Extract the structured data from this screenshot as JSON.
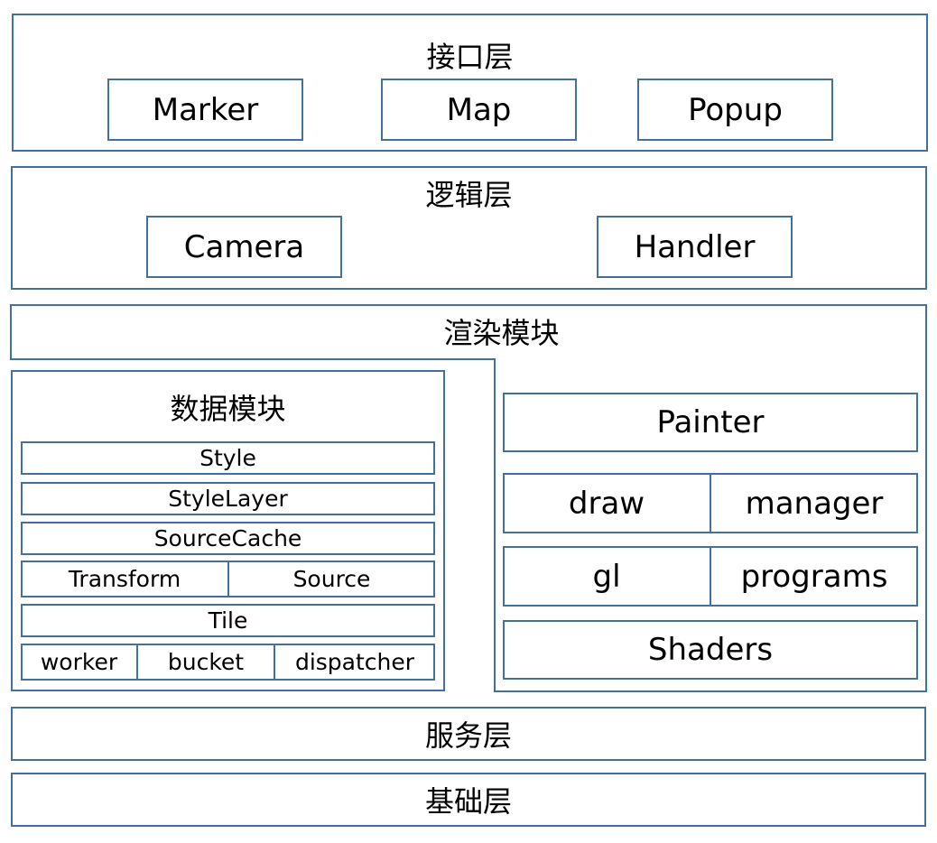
{
  "interface_layer": {
    "title": "接口层",
    "items": [
      "Marker",
      "Map",
      "Popup"
    ]
  },
  "logic_layer": {
    "title": "逻辑层",
    "items": [
      "Camera",
      "Handler"
    ]
  },
  "render_module": {
    "title": "渲染模块",
    "painter": "Painter",
    "row1": [
      "draw",
      "manager"
    ],
    "row2": [
      "gl",
      "programs"
    ],
    "shaders": "Shaders"
  },
  "data_module": {
    "title": "数据模块",
    "style": "Style",
    "style_layer": "StyleLayer",
    "source_cache": "SourceCache",
    "transform_row": [
      "Transform",
      "Source"
    ],
    "tile": "Tile",
    "bottom_row": [
      "worker",
      "bucket",
      "dispatcher"
    ]
  },
  "service_layer": {
    "title": "服务层"
  },
  "foundation_layer": {
    "title": "基础层"
  },
  "colors": {
    "border": "#41719c",
    "text": "#000000",
    "background": "#ffffff"
  }
}
